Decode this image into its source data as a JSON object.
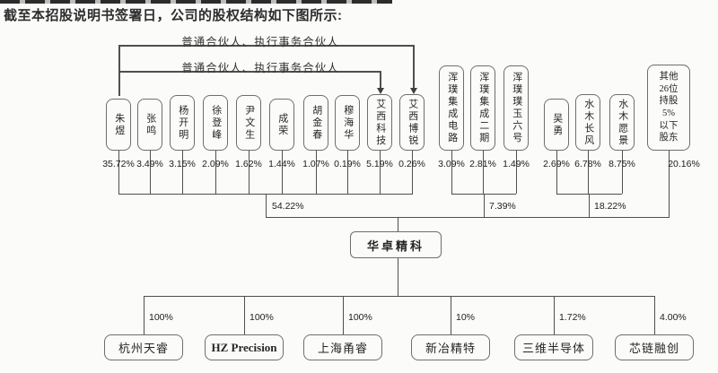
{
  "header": {
    "title": "截至本招股说明书签署日，公司的股权结构如下图所示:"
  },
  "diagram": {
    "gp_labels": [
      "普通合伙人、执行事务合伙人",
      "普通合伙人、执行事务合伙人"
    ],
    "shareholders": [
      {
        "name": "朱煜",
        "pct": "35.72%"
      },
      {
        "name": "张鸣",
        "pct": "3.49%"
      },
      {
        "name": "杨开明",
        "pct": "3.15%"
      },
      {
        "name": "徐登峰",
        "pct": "2.09%"
      },
      {
        "name": "尹文生",
        "pct": "1.62%"
      },
      {
        "name": "成荣",
        "pct": "1.44%"
      },
      {
        "name": "胡金春",
        "pct": "1.07%"
      },
      {
        "name": "穆海华",
        "pct": "0.19%"
      },
      {
        "name": "艾西科技",
        "pct": "5.19%"
      },
      {
        "name": "艾西博锐",
        "pct": "0.26%"
      },
      {
        "name": "浑璞集成电路",
        "pct": "3.09%"
      },
      {
        "name": "浑璞集成二期",
        "pct": "2.81%"
      },
      {
        "name": "浑璞璞玉六号",
        "pct": "1.49%"
      },
      {
        "name": "吴勇",
        "pct": "2.69%"
      },
      {
        "name": "水木长风",
        "pct": "6.78%"
      },
      {
        "name": "水木愿景",
        "pct": "8.75%"
      },
      {
        "name": "其他26位持股5%以下股东",
        "pct": "20.16%",
        "lines": [
          "其他",
          "26位",
          "持股",
          "5%",
          "以下",
          "股东"
        ]
      }
    ],
    "group_percents": [
      "54.22%",
      "7.39%",
      "18.22%"
    ],
    "company": {
      "name": "华卓精科"
    },
    "subsidiaries": [
      {
        "name": "杭州天睿",
        "pct": "100%"
      },
      {
        "name": "HZ Precision",
        "pct": "100%"
      },
      {
        "name": "上海甬睿",
        "pct": "100%"
      },
      {
        "name": "新冶精特",
        "pct": "10%"
      },
      {
        "name": "三维半导体",
        "pct": "1.72%"
      },
      {
        "name": "芯链融创",
        "pct": "4.00%"
      }
    ],
    "colors": {
      "line": "#4f4f4f",
      "box_border": "#6e6e6e",
      "text": "#262626",
      "background": "#fbfbfa"
    }
  }
}
